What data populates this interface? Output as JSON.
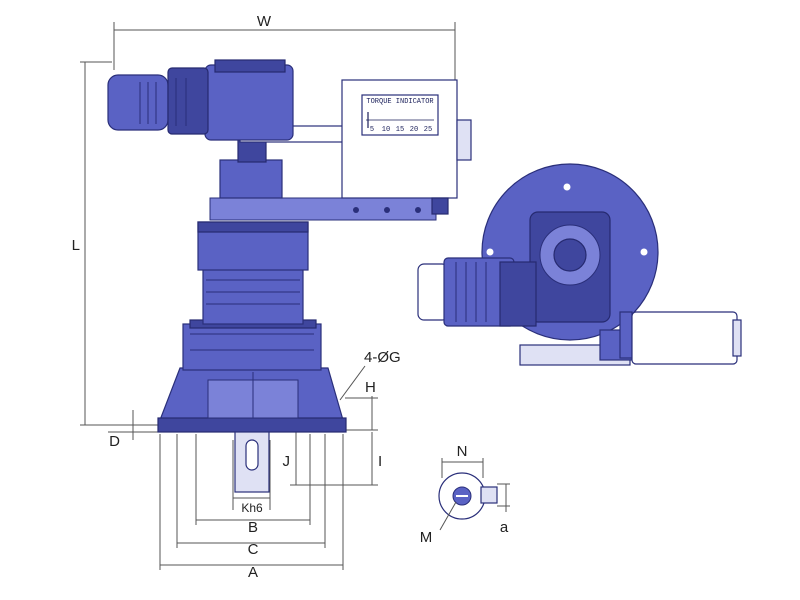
{
  "dimensions": {
    "W": "W",
    "L": "L",
    "D": "D",
    "H": "H",
    "J": "J",
    "I": "I",
    "G": "4-ØG",
    "Kh6": "Kh6",
    "B": "B",
    "C": "C",
    "A": "A",
    "N": "N",
    "M": "M",
    "a": "a"
  },
  "indicator": {
    "title": "TORQUE INDICATOR",
    "scale": [
      "5",
      "10",
      "15",
      "20",
      "25"
    ]
  },
  "colors": {
    "body": "#5a62c4",
    "dark": "#3f469e",
    "outline": "#2a2f7a"
  }
}
